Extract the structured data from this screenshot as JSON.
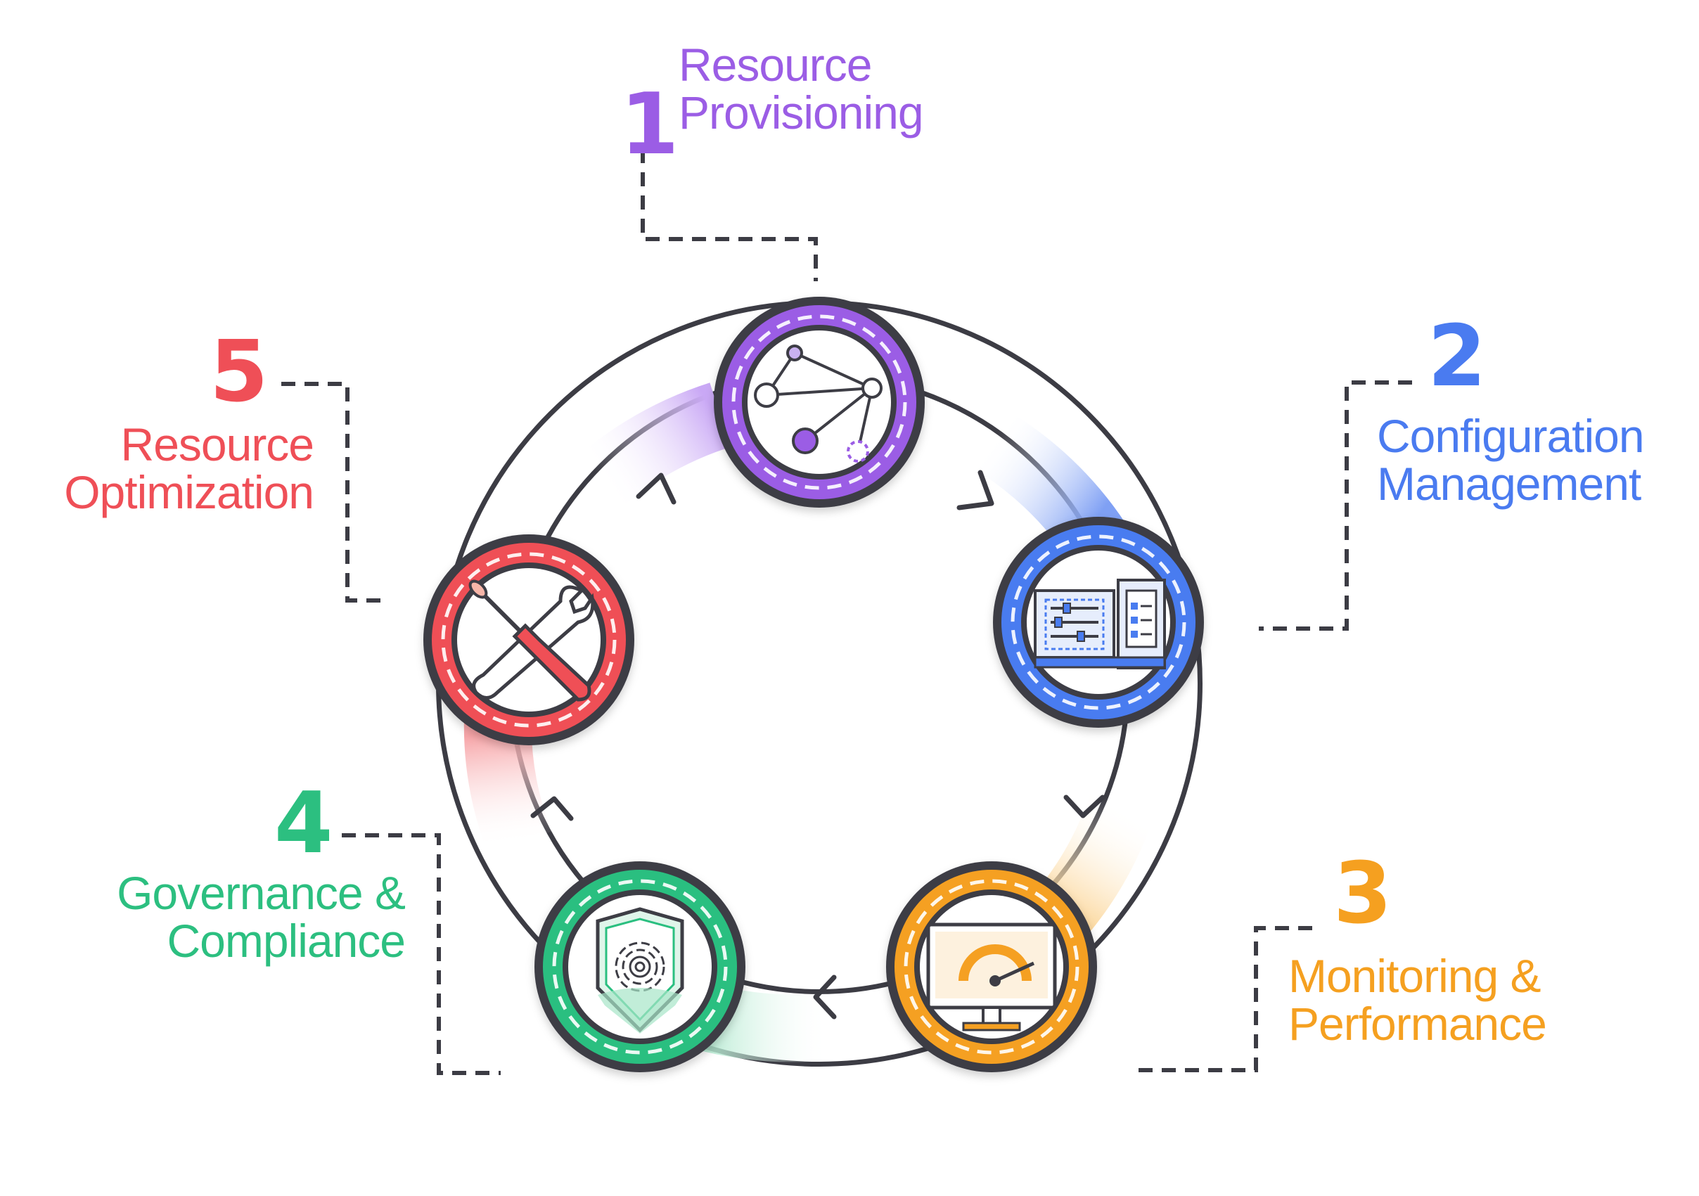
{
  "steps": [
    {
      "number": "1",
      "line1": "Resource",
      "line2": "Provisioning",
      "color": "#9b5de5",
      "icon": "network-nodes-icon"
    },
    {
      "number": "2",
      "line1": "Configuration",
      "line2": "Management",
      "color": "#4a7bf0",
      "icon": "settings-panel-icon"
    },
    {
      "number": "3",
      "line1": "Monitoring &",
      "line2": "Performance",
      "color": "#f5a020",
      "icon": "monitor-gauge-icon"
    },
    {
      "number": "4",
      "line1": "Governance &",
      "line2": "Compliance",
      "color": "#2cbf80",
      "icon": "shield-icon"
    },
    {
      "number": "5",
      "line1": "Resource",
      "line2": "Optimization",
      "color": "#ef4f57",
      "icon": "tools-icon"
    }
  ]
}
